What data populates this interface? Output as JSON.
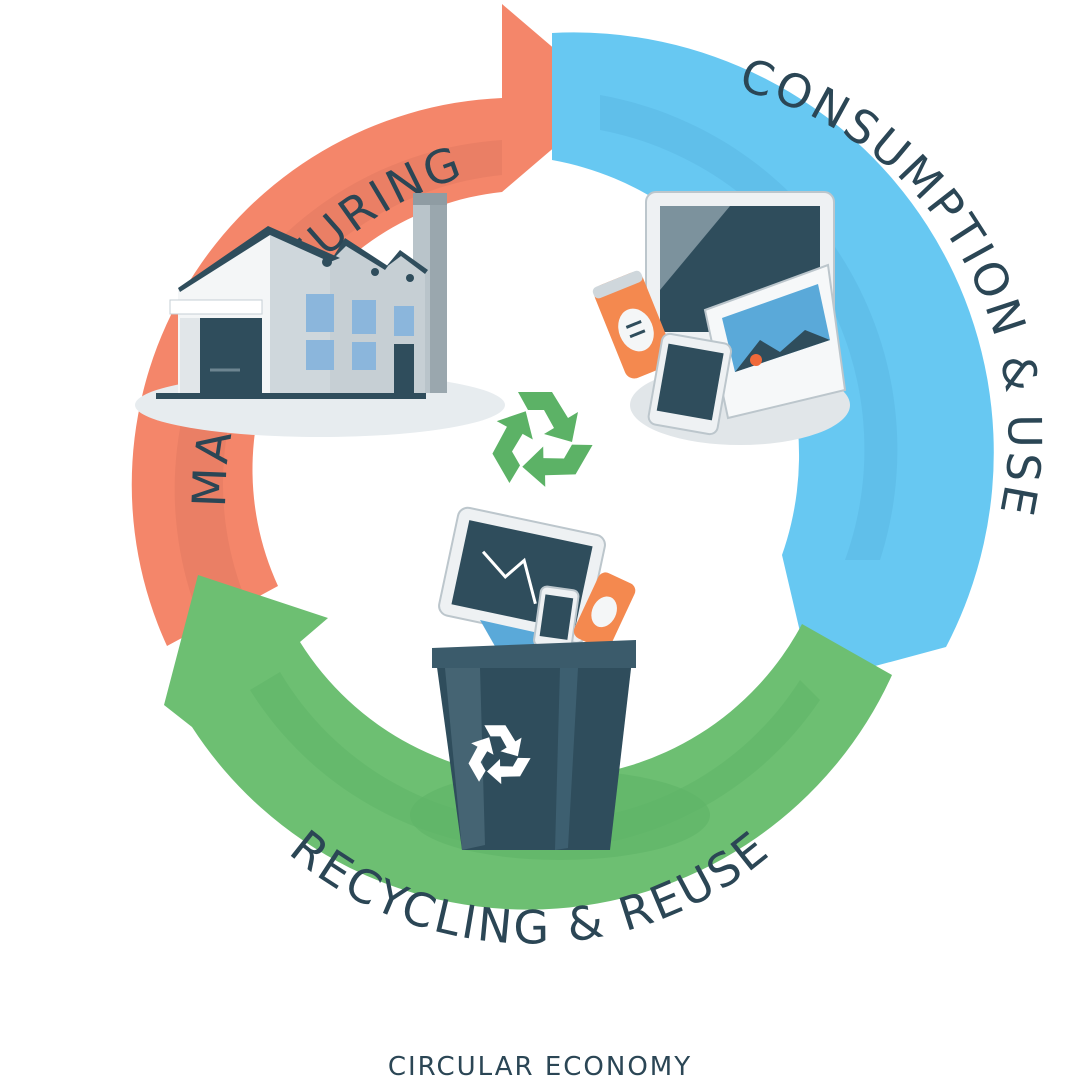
{
  "diagram": {
    "stages": [
      {
        "label": "MANUFACTURING"
      },
      {
        "label": "CONSUMPTION & USE"
      },
      {
        "label": "RECYCLING & REUSE"
      }
    ],
    "caption": "CIRCULAR ECONOMY"
  },
  "colors": {
    "manufacturing": "#f4866a",
    "manufacturing_shade": "#e27a61",
    "consumption": "#67c8f2",
    "consumption_shade": "#5bb8e4",
    "recycling": "#6dbf72",
    "recycling_shade": "#5fb467",
    "text": "#2b4655",
    "dark": "#2f4d5c",
    "recycle_icon": "#5cb266"
  },
  "icons": {
    "center": "recycle-icon",
    "factory": "factory-icon",
    "devices": "devices-icon",
    "bin": "recycling-bin-icon"
  }
}
